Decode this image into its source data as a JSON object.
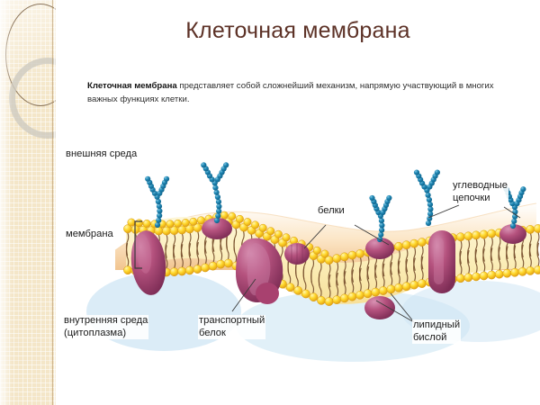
{
  "slide": {
    "title": "Клеточная мембрана",
    "intro_bold": "Клеточная мембрана",
    "intro_rest": " представляет собой сложнейший механизм, напрямую участвующий в многих важных функциях клетки."
  },
  "diagram": {
    "name": "cell-membrane-cross-section",
    "labels": {
      "outer_environment": "внешняя среда",
      "membrane": "мембрана",
      "inner_environment": "внутренняя среда\n(цитоплазма)",
      "transport_protein": "транспортный\nбелок",
      "proteins": "белки",
      "carbohydrate_chains": "углеводные\nцепочки",
      "lipid_bilayer": "липидный\nбислой"
    },
    "colors": {
      "title_brown": "#5d3227",
      "sidebar_beige": "#f4e6c8",
      "extracellular_orange": "#f6d6a8",
      "cytoplasm_blue": "#d6e9f5",
      "lipid_head_yellow": "#ffd92e",
      "lipid_head_shadow": "#e8a61c",
      "lipid_tail_brown": "#7a5230",
      "bilayer_core_cream": "#fdf3cc",
      "protein_magenta": "#b5527e",
      "protein_dark": "#8a3560",
      "carb_chain_blue": "#1f86b3",
      "leader_line": "#3a3a3a"
    },
    "components": [
      {
        "type": "phospholipid-bilayer",
        "label": "липидный бислой"
      },
      {
        "type": "transport-protein",
        "label": "транспортный белок",
        "count": 1
      },
      {
        "type": "integral-protein",
        "label": "белки",
        "count": 5
      },
      {
        "type": "glycoprotein-chain",
        "label": "углеводные цепочки",
        "count": 5
      }
    ]
  }
}
